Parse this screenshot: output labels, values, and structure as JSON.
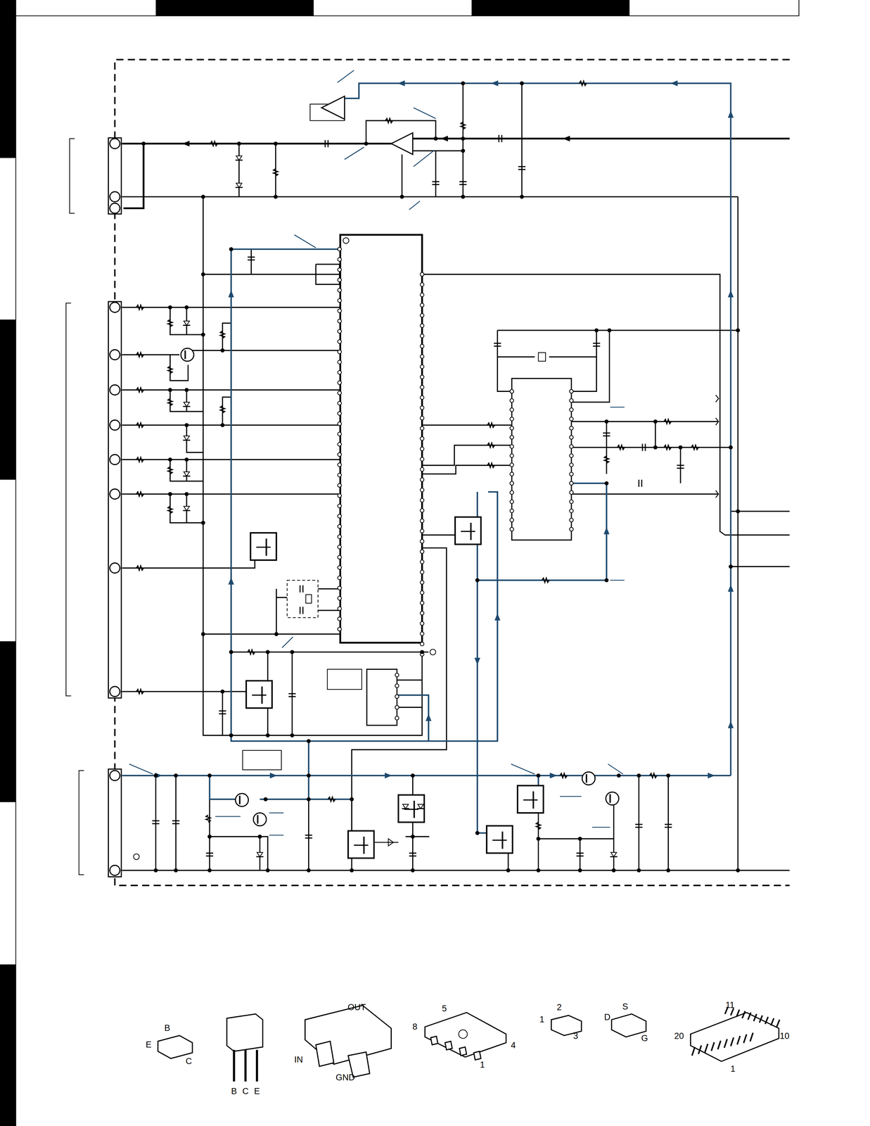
{
  "diagram": {
    "labels": [
      "B",
      "E",
      "C",
      "B",
      "C",
      "E",
      "OUT",
      "IN",
      "GND",
      "5",
      "8",
      "4",
      "1",
      "2",
      "1",
      "3",
      "S",
      "D",
      "G",
      "11",
      "20",
      "10",
      "1"
    ]
  }
}
